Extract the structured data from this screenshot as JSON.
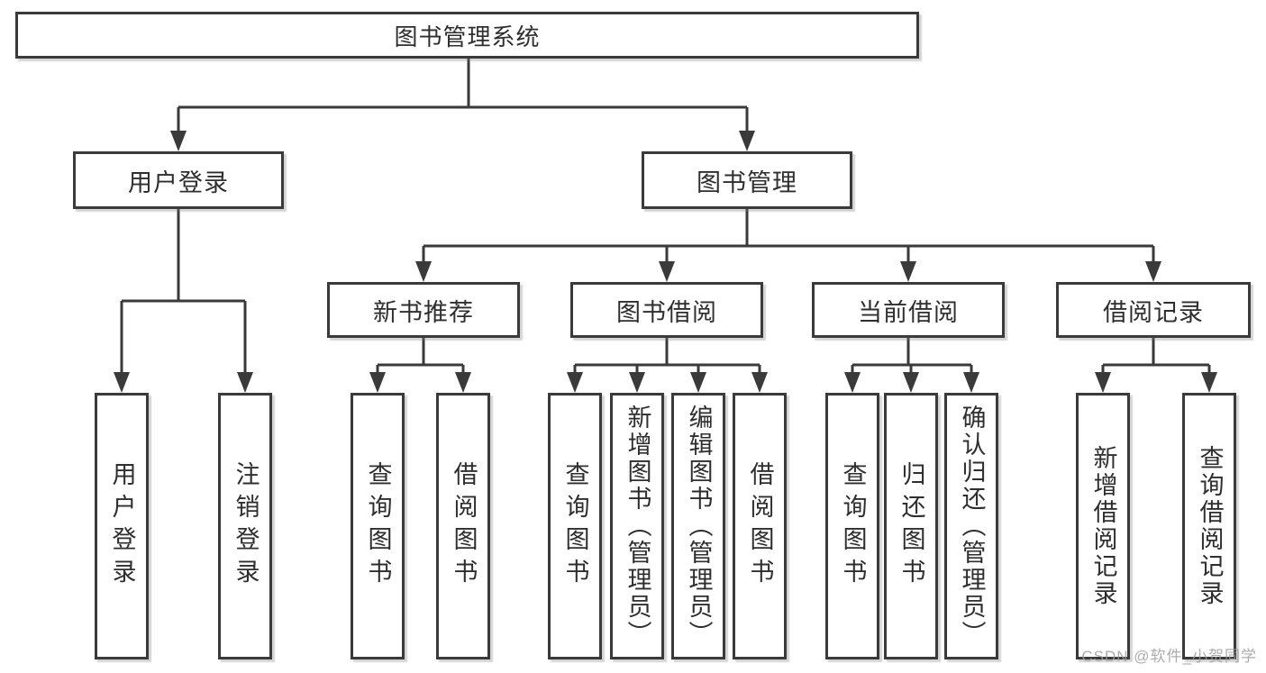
{
  "tree": {
    "root": {
      "label": "图书管理系统"
    },
    "branches": [
      {
        "label": "用户登录",
        "children": [
          {
            "label": "用户登录"
          },
          {
            "label": "注销登录"
          }
        ]
      },
      {
        "label": "图书管理",
        "children": [
          {
            "label": "新书推荐",
            "children": [
              {
                "label": "查询图书"
              },
              {
                "label": "借阅图书"
              }
            ]
          },
          {
            "label": "图书借阅",
            "children": [
              {
                "label": "查询图书"
              },
              {
                "label": "新增图书（管理员）"
              },
              {
                "label": "编辑图书（管理员）"
              },
              {
                "label": "借阅图书"
              }
            ]
          },
          {
            "label": "当前借阅",
            "children": [
              {
                "label": "查询图书"
              },
              {
                "label": "归还图书"
              },
              {
                "label": "确认归还（管理员）"
              }
            ]
          },
          {
            "label": "借阅记录",
            "children": [
              {
                "label": "新增借阅记录"
              },
              {
                "label": "查询借阅记录"
              }
            ]
          }
        ]
      }
    ]
  },
  "watermark": {
    "text": "CSDN @软件_小贺同学"
  },
  "appearance": {
    "line_color": "#3a3a3a",
    "box_border_color": "#3a3a3a",
    "text_color": "#2e2e2e",
    "watermark_color": "#9e9e9e",
    "background": "#ffffff"
  }
}
